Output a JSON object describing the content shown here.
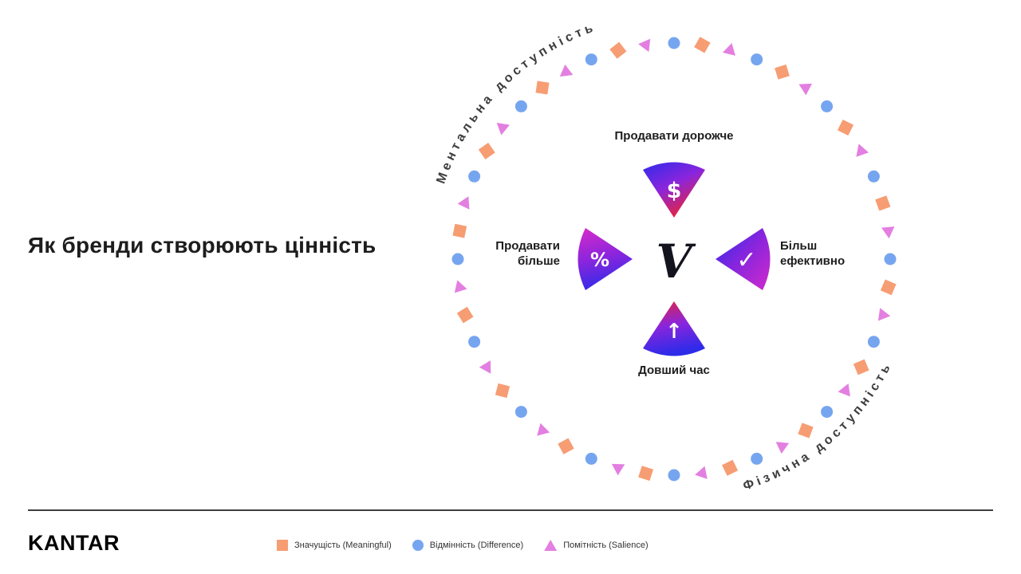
{
  "title": "Як бренди створюють цінність",
  "diagram": {
    "center_symbol": "V",
    "arc_labels": {
      "top": "Ментальна доступність",
      "bottom": "Фізична доступність"
    },
    "petals": [
      {
        "position": "top",
        "icon": "$",
        "label": "Продавати дорожче"
      },
      {
        "position": "right",
        "icon": "✓",
        "label": "Більш ефективно"
      },
      {
        "position": "bottom",
        "icon": "↑",
        "label": "Довший час"
      },
      {
        "position": "left",
        "icon": "%",
        "label": "Продавати більше"
      }
    ],
    "petal_colors": {
      "blue": "#2E2BE9",
      "purple": "#8A25DD",
      "red": "#E52440",
      "magenta": "#D12ACB"
    },
    "ring": {
      "count": 48,
      "pattern": [
        "circle",
        "square",
        "triangle"
      ],
      "colors": {
        "square": "#F79D73",
        "circle": "#76A5F0",
        "triangle": "#E37FE1"
      }
    }
  },
  "footer": {
    "logo": "KANTAR",
    "legend": [
      {
        "shape": "square",
        "label": "Значущість (Meaningful)",
        "color": "#F79D73"
      },
      {
        "shape": "circle",
        "label": "Відмінність (Difference)",
        "color": "#76A5F0"
      },
      {
        "shape": "triangle",
        "label": "Помітність (Salience)",
        "color": "#E37FE1"
      }
    ]
  }
}
